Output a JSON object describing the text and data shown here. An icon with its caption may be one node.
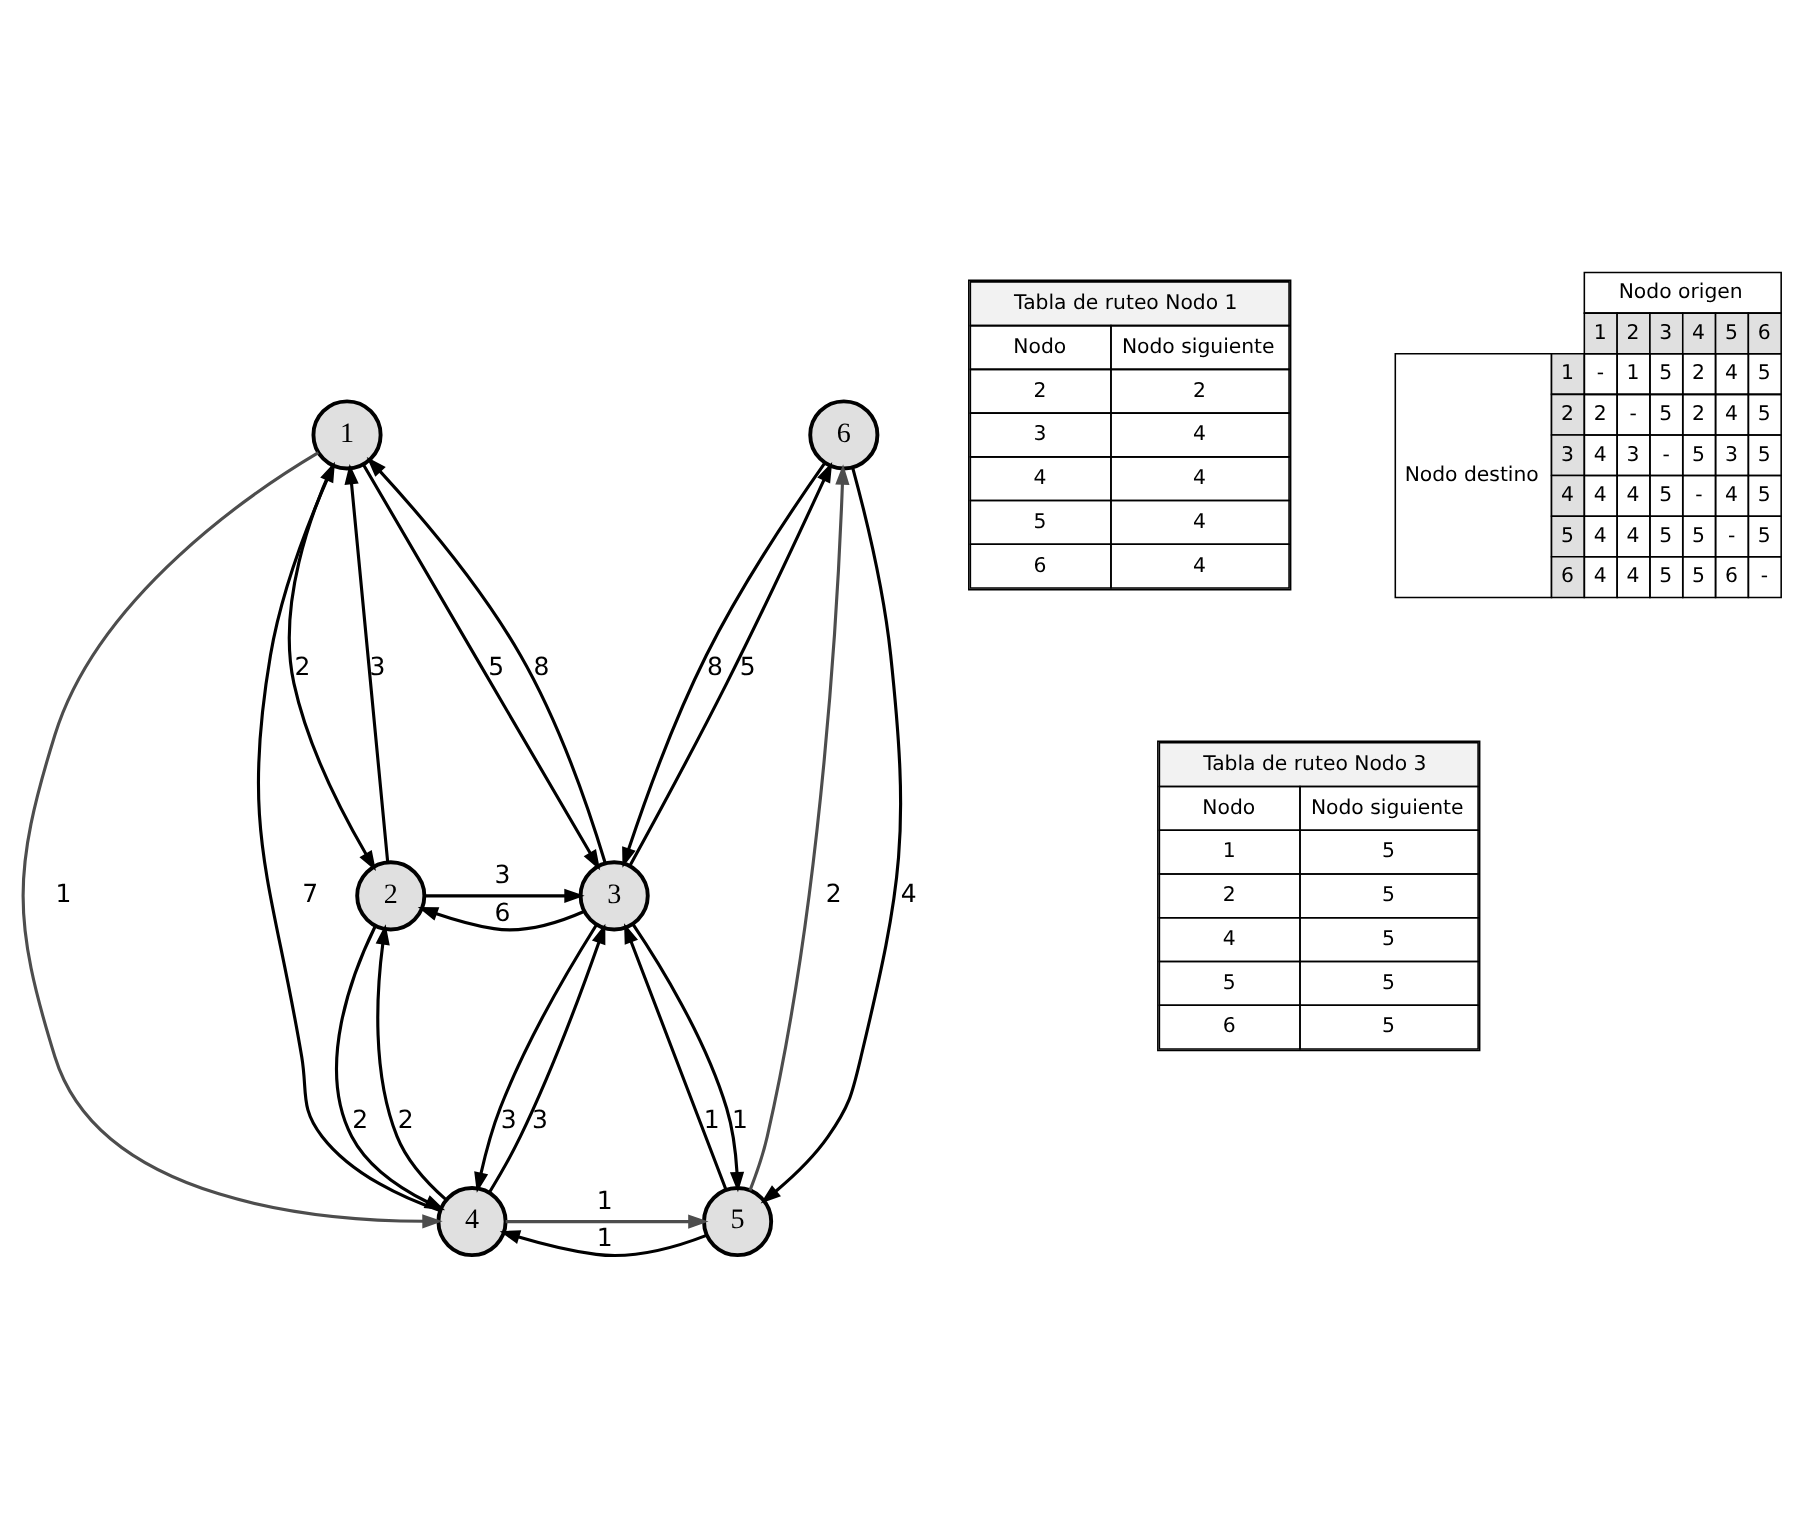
{
  "diagram": {
    "nodes": [
      {
        "text": [
          "1"
        ]
      },
      {
        "text": [
          "2"
        ]
      },
      {
        "text": [
          "3"
        ]
      },
      {
        "text": [
          "4"
        ]
      },
      {
        "text": [
          "5"
        ]
      },
      {
        "text": [
          "6"
        ]
      }
    ],
    "edges": [
      {
        "from": 2,
        "to": 0,
        "arrow": "to",
        "label": "8"
      },
      {
        "from": 0,
        "to": 2,
        "arrow": "to",
        "label": "5"
      },
      {
        "from": 1,
        "to": 2,
        "arrow": "to",
        "label": "3"
      },
      {
        "from": 2,
        "to": 1,
        "arrow": "to",
        "label": "6"
      },
      {
        "from": 0,
        "to": 1,
        "arrow": "to",
        "label": "2"
      },
      {
        "from": 1,
        "to": 0,
        "arrow": "to",
        "label": "3"
      },
      {
        "from": 3,
        "to": 1,
        "arrow": "to",
        "label": "2"
      },
      {
        "from": 1,
        "to": 3,
        "arrow": "to",
        "label": "2"
      },
      {
        "from": 3,
        "to": 2,
        "arrow": "to",
        "label": "3"
      },
      {
        "from": 2,
        "to": 3,
        "arrow": "to",
        "label": "3"
      },
      {
        "from": 4,
        "to": 2,
        "arrow": "to",
        "label": "1"
      },
      {
        "from": 2,
        "to": 4,
        "arrow": "to",
        "label": "1"
      },
      {
        "from": 2,
        "to": 5,
        "arrow": "to",
        "label": "5"
      },
      {
        "from": 5,
        "to": 2,
        "arrow": "to",
        "label": "8"
      },
      {
        "from": 0,
        "to": 3,
        "arrow": "to",
        "label": "1",
        "color": "#4d4d4d"
      },
      {
        "from": 3,
        "to": 0,
        "arrow": "to",
        "label": "7"
      },
      {
        "from": 3,
        "to": 4,
        "arrow": "to",
        "label": "1",
        "color": "#4d4d4d"
      },
      {
        "from": 4,
        "to": 3,
        "arrow": "to",
        "label": "1"
      },
      {
        "from": 4,
        "to": 5,
        "arrow": "to",
        "label": "2",
        "color": "#4d4d4d"
      },
      {
        "from": 5,
        "to": 4,
        "arrow": "to",
        "label": "4"
      }
    ],
    "labels": [
      "Tabla de ruteo Nodo 3",
      "Nodo",
      "Nodo siguiente",
      "1",
      "5",
      "2",
      "5",
      "4",
      "5",
      "5",
      "5",
      "6",
      "5",
      "Tabla de ruteo Nodo 1",
      "Nodo",
      "Nodo siguiente",
      "2",
      "2",
      "3",
      "4",
      "4",
      "4",
      "5",
      "4",
      "6",
      "4",
      "Nodo origen",
      "1",
      "2",
      "3",
      "4",
      "5",
      "6",
      "Nodo destino",
      "1",
      "-",
      "1",
      "5",
      "2",
      "4",
      "5",
      "2",
      "2",
      "-",
      "5",
      "2",
      "4",
      "5",
      "3",
      "4",
      "3",
      "-",
      "5",
      "3",
      "5",
      "4",
      "4",
      "4",
      "5",
      "-",
      "4",
      "5",
      "5",
      "4",
      "4",
      "5",
      "5",
      "-",
      "5",
      "6",
      "4",
      "4",
      "5",
      "5",
      "6",
      "-"
    ]
  }
}
